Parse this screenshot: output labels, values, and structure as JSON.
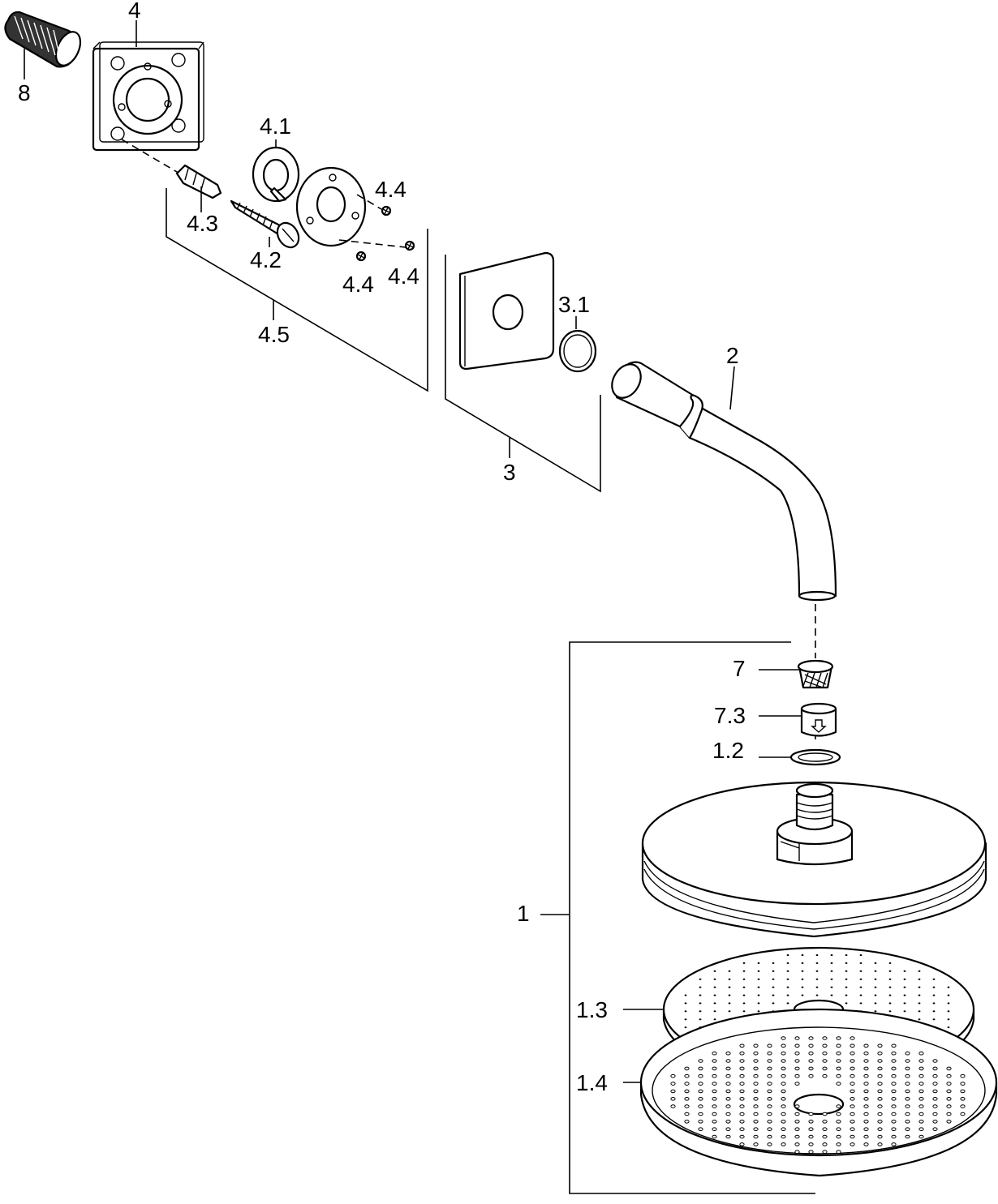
{
  "labels": {
    "part_8": "8",
    "part_4": "4",
    "part_4_1": "4.1",
    "part_4_2": "4.2",
    "part_4_3": "4.3",
    "part_4_4_a": "4.4",
    "part_4_4_b": "4.4",
    "part_4_4_c": "4.4",
    "part_4_5": "4.5",
    "part_3": "3",
    "part_3_1": "3.1",
    "part_2": "2",
    "part_7": "7",
    "part_7_3": "7.3",
    "part_1_2": "1.2",
    "part_1": "1",
    "part_1_3": "1.3",
    "part_1_4": "1.4"
  }
}
